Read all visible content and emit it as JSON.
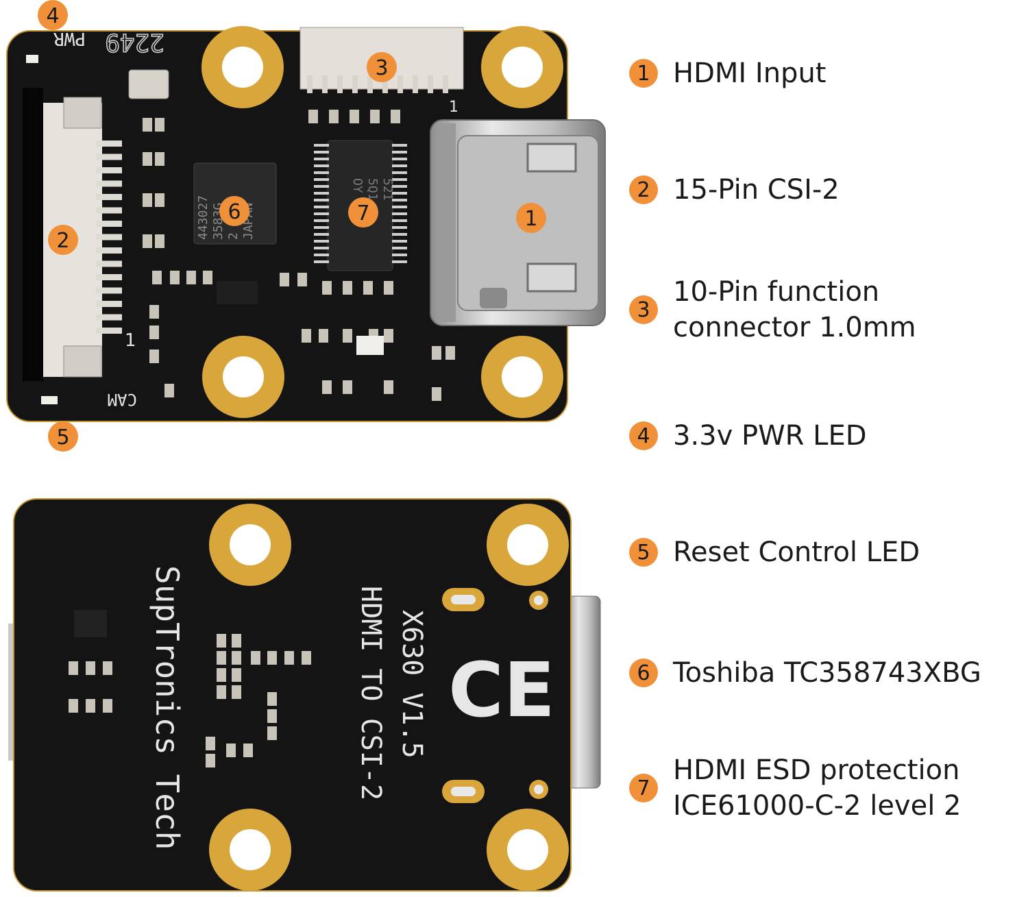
{
  "colors": {
    "badge": "#f0913a",
    "pcb": "#141414",
    "pad": "#d9a63c",
    "text": "#1a1a1a"
  },
  "top_board": {
    "markers": [
      "1",
      "2",
      "3",
      "4",
      "5",
      "6",
      "7"
    ],
    "silk_pwr": "PWR",
    "silk_code": "2249",
    "silk_cam": "CAM",
    "pin1_a": "1",
    "pin1_b": "1",
    "chip6_lines": [
      "443027",
      "3583G",
      "2  XBL",
      "JAPAN"
    ],
    "chip7_lines": [
      "521",
      "5Q1",
      "OY"
    ]
  },
  "bottom_board": {
    "brand": "SupTronics Tech",
    "model": "X630 V1.5",
    "subtitle": "HDMI TO CSI-2",
    "ce_mark": "CE"
  },
  "legend": [
    {
      "num": "1",
      "lines": [
        "HDMI Input"
      ]
    },
    {
      "num": "2",
      "lines": [
        "15-Pin CSI-2"
      ]
    },
    {
      "num": "3",
      "lines": [
        "10-Pin function",
        "connector 1.0mm"
      ]
    },
    {
      "num": "4",
      "lines": [
        "3.3v PWR LED"
      ]
    },
    {
      "num": "5",
      "lines": [
        "Reset Control LED"
      ]
    },
    {
      "num": "6",
      "lines": [
        "Toshiba TC358743XBG"
      ]
    },
    {
      "num": "7",
      "lines": [
        "HDMI ESD protection",
        "ICE61000-C-2 level 2"
      ]
    }
  ]
}
